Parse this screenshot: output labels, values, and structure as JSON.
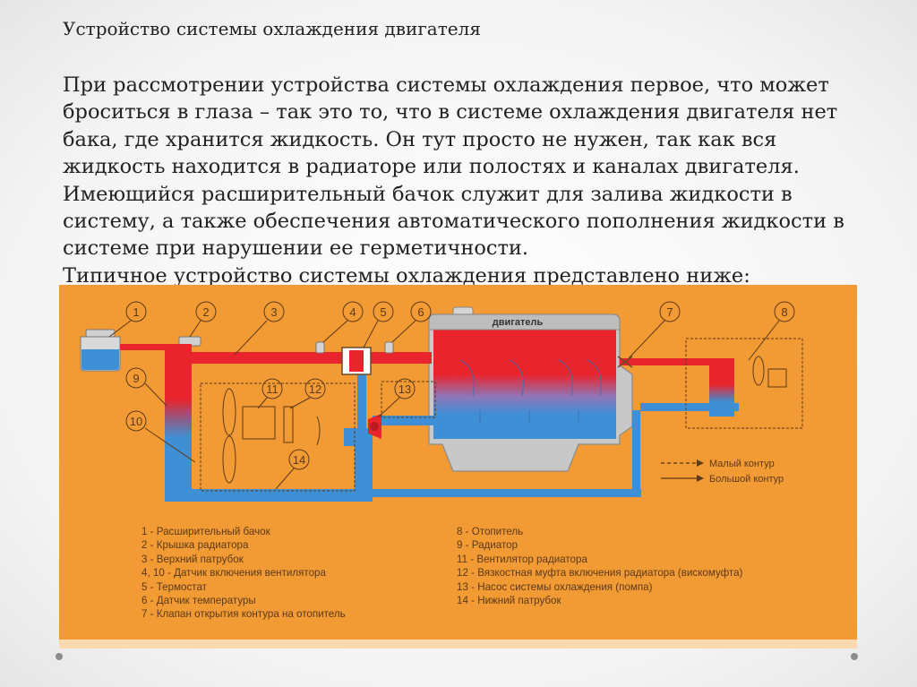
{
  "slide": {
    "title": "Устройство системы охлаждения двигателя",
    "paragraph_lines": [
      "При рассмотрении устройства системы охлаждения первое, что может",
      "броситься в глаза – так это то, что в системе охлаждения двигателя нет",
      "бака, где хранится жидкость. Он тут просто не нужен, так как вся",
      "жидкость находится в радиаторе или полостях и каналах двигателя.",
      "Имеющийся расширительный бачок служит для залива жидкости в",
      "систему, а также обеспечения автоматического пополнения жидкости в",
      "системе при нарушении ее герметичности.",
      "Типичное устройство системы охлаждения представлено ниже:"
    ]
  },
  "diagram": {
    "engine_label": "двигатель",
    "callouts": [
      "1",
      "2",
      "3",
      "4",
      "5",
      "6",
      "7",
      "8",
      "9",
      "10",
      "11",
      "12",
      "13",
      "14"
    ],
    "arrow_legend": {
      "small_circuit": "Малый контур",
      "large_circuit": "Большой контур"
    },
    "legend_left": [
      "1 - Расширительный бачок",
      "2 - Крышка радиатора",
      "3 - Верхний патрубок",
      "4, 10 - Датчик включения вентилятора",
      "5 - Термостат",
      "6 - Датчик температуры",
      "7 - Клапан открытия контура на отопитель"
    ],
    "legend_right": [
      "8 - Отопитель",
      "9 - Радиатор",
      "11 - Вентилятор радиатора",
      "12 - Вязкостная муфта включения радиатора (вискомуфта)",
      "13 - Насос системы охлаждения (помпа)",
      "14 - Нижний патрубок"
    ],
    "colors": {
      "background": "#f29a33",
      "hot": "#e8242c",
      "cold": "#3f8fd6",
      "outline": "#6b4a2a",
      "engine_block": "#c8c8c8"
    }
  }
}
